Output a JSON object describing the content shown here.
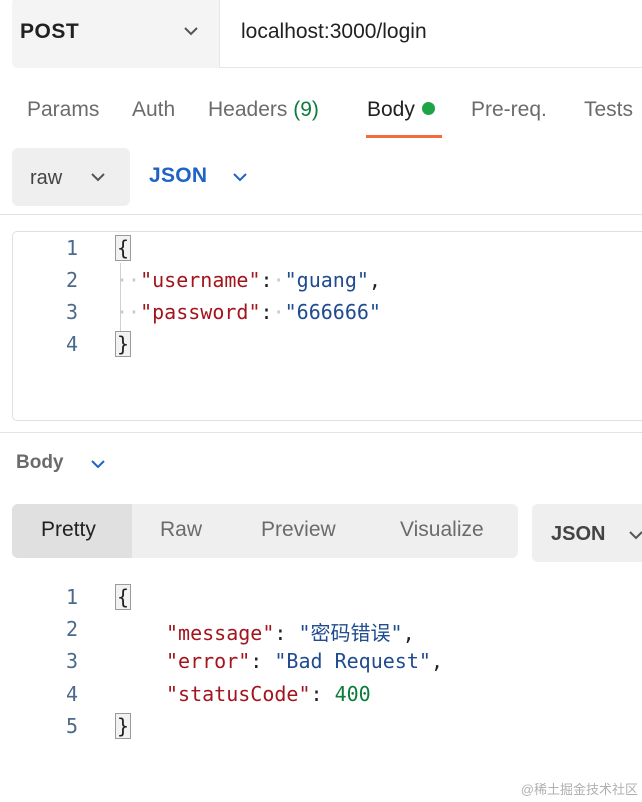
{
  "request": {
    "method": "POST",
    "url": "localhost:3000/login"
  },
  "tabs": [
    {
      "label": "Params"
    },
    {
      "label": "Auth"
    },
    {
      "label": "Headers",
      "count": "(9)"
    },
    {
      "label": "Body",
      "active": true
    },
    {
      "label": "Pre-req."
    },
    {
      "label": "Tests"
    }
  ],
  "body_options": {
    "mode": "raw",
    "language": "JSON"
  },
  "request_body": {
    "line_numbers": [
      "1",
      "2",
      "3",
      "4"
    ],
    "open_brace": "{",
    "close_brace": "}",
    "fields": [
      {
        "key": "\"username\"",
        "value": "\"guang\"",
        "trail": ","
      },
      {
        "key": "\"password\"",
        "value": "\"666666\"",
        "trail": ""
      }
    ]
  },
  "response": {
    "title": "Body",
    "view_tabs": [
      "Pretty",
      "Raw",
      "Preview",
      "Visualize"
    ],
    "format": "JSON",
    "line_numbers": [
      "1",
      "2",
      "3",
      "4",
      "5"
    ],
    "open_brace": "{",
    "close_brace": "}",
    "fields": [
      {
        "key": "\"message\"",
        "value": "\"密码错误\"",
        "trail": ","
      },
      {
        "key": "\"error\"",
        "value": "\"Bad Request\"",
        "trail": ","
      },
      {
        "key": "\"statusCode\"",
        "value": "400",
        "trail": ""
      }
    ]
  },
  "watermark": "@稀土掘金技术社区",
  "colors": {
    "accent_underline": "#f26b3a",
    "body_dot": "#1ea446",
    "json_blue": "#1f63c6",
    "key_red": "#a3151d",
    "string_blue": "#1f4b8f",
    "number_green": "#0a7d3b"
  }
}
